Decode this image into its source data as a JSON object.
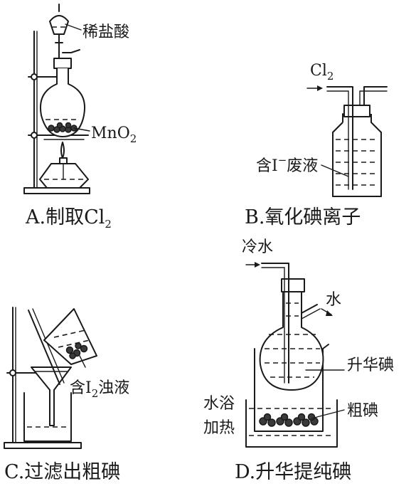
{
  "panelA": {
    "caption": "A.制取Cl",
    "caption_sub": "2",
    "label_acid": "稀盐酸",
    "label_mno2": "MnO",
    "label_mno2_sub": "2"
  },
  "panelB": {
    "caption": "B.氧化碘离子",
    "label_cl2": "Cl",
    "label_cl2_sub": "2",
    "label_waste_pre": "含I",
    "label_waste_sup": "−",
    "label_waste_post": "废液"
  },
  "panelC": {
    "caption": "C.过滤出粗碘",
    "label_mix_pre": "含I",
    "label_mix_sub": "2",
    "label_mix_post": "浊液"
  },
  "panelD": {
    "caption": "D.升华提纯碘",
    "label_cold_water": "冷水",
    "label_water": "水",
    "label_sublimed": "升华碘",
    "label_crude": "粗碘",
    "label_bath_1": "水浴",
    "label_bath_2": "加热"
  }
}
